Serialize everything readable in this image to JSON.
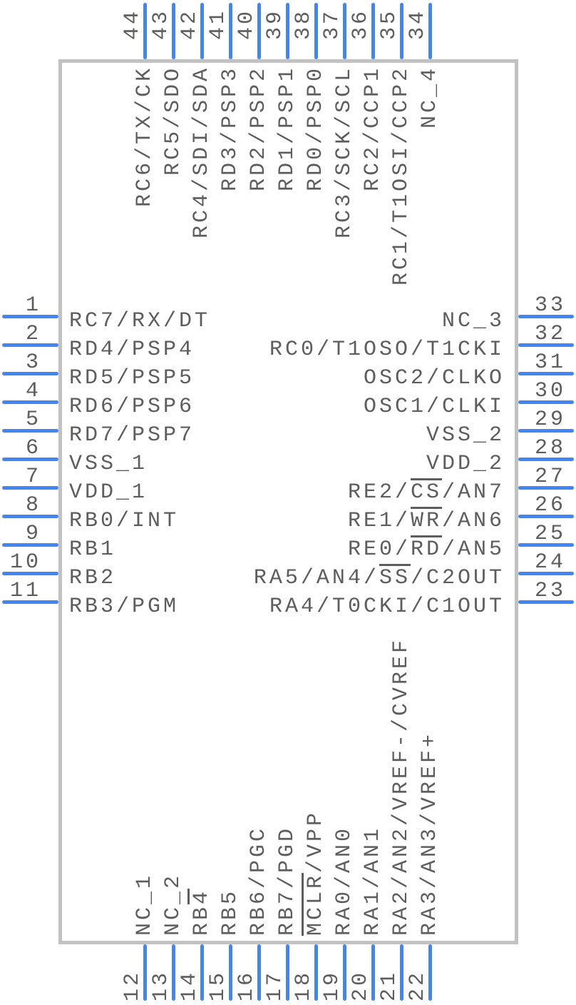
{
  "colors": {
    "pin": "#4285F4",
    "body_border": "#C2C2C2",
    "text": "#5D5D5D",
    "background": "#FFFFFF"
  },
  "legend": "label segments wrapped in {} are displayed with an overbar (active-low)",
  "component": {
    "pins": {
      "left": [
        {
          "num": "1",
          "label": "RC7/RX/DT"
        },
        {
          "num": "2",
          "label": "RD4/PSP4"
        },
        {
          "num": "3",
          "label": "RD5/PSP5"
        },
        {
          "num": "4",
          "label": "RD6/PSP6"
        },
        {
          "num": "5",
          "label": "RD7/PSP7"
        },
        {
          "num": "6",
          "label": "VSS_1"
        },
        {
          "num": "7",
          "label": "VDD_1"
        },
        {
          "num": "8",
          "label": "RB0/INT"
        },
        {
          "num": "9",
          "label": "RB1"
        },
        {
          "num": "10",
          "label": "RB2"
        },
        {
          "num": "11",
          "label": "RB3/PGM"
        }
      ],
      "right": [
        {
          "num": "33",
          "label": "NC_3"
        },
        {
          "num": "32",
          "label": "RC0/T1OSO/T1CKI"
        },
        {
          "num": "31",
          "label": "OSC2/CLKO"
        },
        {
          "num": "30",
          "label": "OSC1/CLKI"
        },
        {
          "num": "29",
          "label": "VSS_2"
        },
        {
          "num": "28",
          "label": "VDD_2"
        },
        {
          "num": "27",
          "label": "RE2/{CS}/AN7"
        },
        {
          "num": "26",
          "label": "RE1/{WR}/AN6"
        },
        {
          "num": "25",
          "label": "RE0/{RD}/AN5"
        },
        {
          "num": "24",
          "label": "RA5/AN4/{SS}/C2OUT"
        },
        {
          "num": "23",
          "label": "RA4/T0CKI/C1OUT"
        }
      ],
      "top": [
        {
          "num": "44",
          "label": "RC6/TX/CK"
        },
        {
          "num": "43",
          "label": "RC5/SDO"
        },
        {
          "num": "42",
          "label": "RC4/SDI/SDA"
        },
        {
          "num": "41",
          "label": "RD3/PSP3"
        },
        {
          "num": "40",
          "label": "RD2/PSP2"
        },
        {
          "num": "39",
          "label": "RD1/PSP1"
        },
        {
          "num": "38",
          "label": "RD0/PSP0"
        },
        {
          "num": "37",
          "label": "RC3/SCK/SCL"
        },
        {
          "num": "36",
          "label": "RC2/CCP1"
        },
        {
          "num": "35",
          "label": "RC1/T1OSI/CCP2"
        },
        {
          "num": "34",
          "label": "NC_4"
        }
      ],
      "bottom": [
        {
          "num": "12",
          "label": "NC_1"
        },
        {
          "num": "13",
          "label": "NC_2"
        },
        {
          "num": "14",
          "label": "RB{4}"
        },
        {
          "num": "15",
          "label": "RB5"
        },
        {
          "num": "16",
          "label": "RB6/PGC"
        },
        {
          "num": "17",
          "label": "RB7/PGD"
        },
        {
          "num": "18",
          "label": "{MCLR}/VPP"
        },
        {
          "num": "19",
          "label": "RA0/AN0"
        },
        {
          "num": "20",
          "label": "RA1/AN1"
        },
        {
          "num": "21",
          "label": "RA2/AN2/VREF-/CVREF"
        },
        {
          "num": "22",
          "label": "RA3/AN3/VREF+"
        }
      ]
    }
  }
}
